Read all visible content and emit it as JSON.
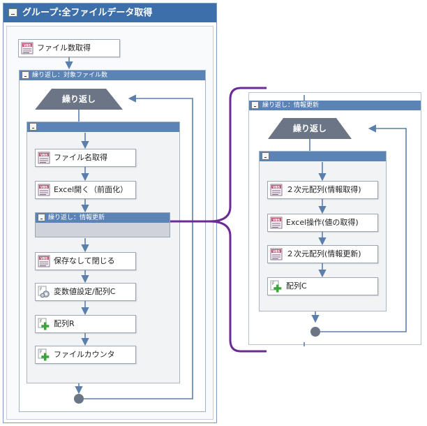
{
  "group": {
    "title": "グループ:全ファイルデータ取得"
  },
  "main": {
    "steps": {
      "file_count": "ファイル数取得",
      "file_name": "ファイル名取得",
      "excel_open": "Excel開く（前面化）",
      "save_close": "保存なして閉じる",
      "var_set": "変数値設定/配列C",
      "array_r": "配列R",
      "file_counter": "ファイルカウンタ"
    },
    "loop_outer": {
      "header": "繰り返し：対象ファイル数",
      "shape_label": "繰り返し"
    },
    "loop_inner_collapsed": {
      "header": "繰り返し：情報更新"
    }
  },
  "detail": {
    "loop": {
      "header": "繰り返し：情報更新",
      "shape_label": "繰り返し"
    },
    "steps": {
      "array_get": "２次元配列(情報取得)",
      "excel_op": "Excel操作(値の取得)",
      "array_update": "２次元配列(情報更新)",
      "array_c": "配列C"
    }
  },
  "colors": {
    "header_blue": "#3d6faa",
    "loop_head_blue": "#5b83b5",
    "connector": "#5b7fab",
    "loop_shape": "#6b7585",
    "bracket_purple": "#6b2a96"
  }
}
